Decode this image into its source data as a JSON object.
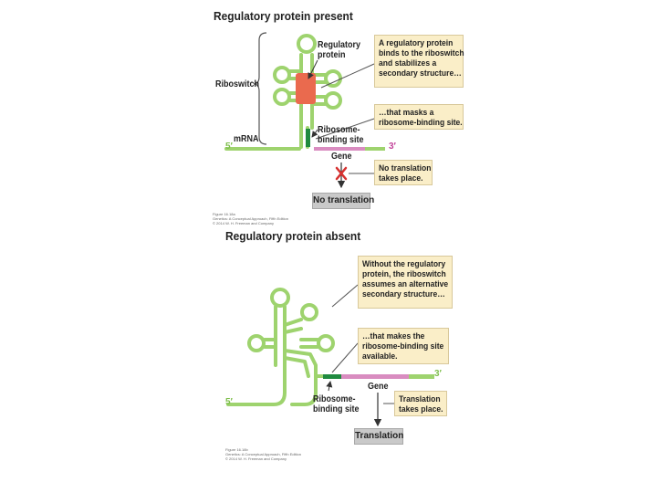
{
  "colors": {
    "rna_green": "#9ed36e",
    "rbs_green": "#1f8a3f",
    "gene_pink": "#d98cc0",
    "protein_red": "#ea6a4e",
    "note_bg": "#faeec8",
    "result_bg": "#c9c9c9",
    "block_red": "#d6312f"
  },
  "present": {
    "title": "Regulatory protein present",
    "riboswitch_label": "Riboswitch",
    "mrna_label": "mRNA",
    "regulatory_protein_label": [
      "Regulatory",
      "protein"
    ],
    "rbs_label": [
      "Ribosome-",
      "binding site"
    ],
    "five_prime": "5′",
    "three_prime": "3′",
    "gene_label": "Gene",
    "note1": [
      "A regulatory protein",
      "binds to the riboswitch",
      "and stabilizes a",
      "secondary structure…"
    ],
    "note2": [
      "…that masks a",
      "ribosome-binding site."
    ],
    "note3": [
      "No translation",
      "takes place."
    ],
    "result": "No translation",
    "credit": [
      "Figure 16.18a",
      "Genetics: A Conceptual Approach, Fifth Edition",
      "© 2014 W. H. Freeman and Company"
    ],
    "block_icon": "red-x-icon"
  },
  "absent": {
    "title": "Regulatory protein absent",
    "rbs_label": [
      "Ribosome-",
      "binding site"
    ],
    "five_prime": "5′",
    "three_prime": "3′",
    "gene_label": "Gene",
    "note1": [
      "Without the regulatory",
      "protein, the riboswitch",
      "assumes an alternative",
      "secondary structure…"
    ],
    "note2": [
      "…that makes the",
      "ribosome-binding site",
      "available."
    ],
    "note3": [
      "Translation",
      "takes place."
    ],
    "result": "Translation",
    "credit": [
      "Figure 16.18b",
      "Genetics: A Conceptual Approach, Fifth Edition",
      "© 2014 W. H. Freeman and Company"
    ]
  }
}
